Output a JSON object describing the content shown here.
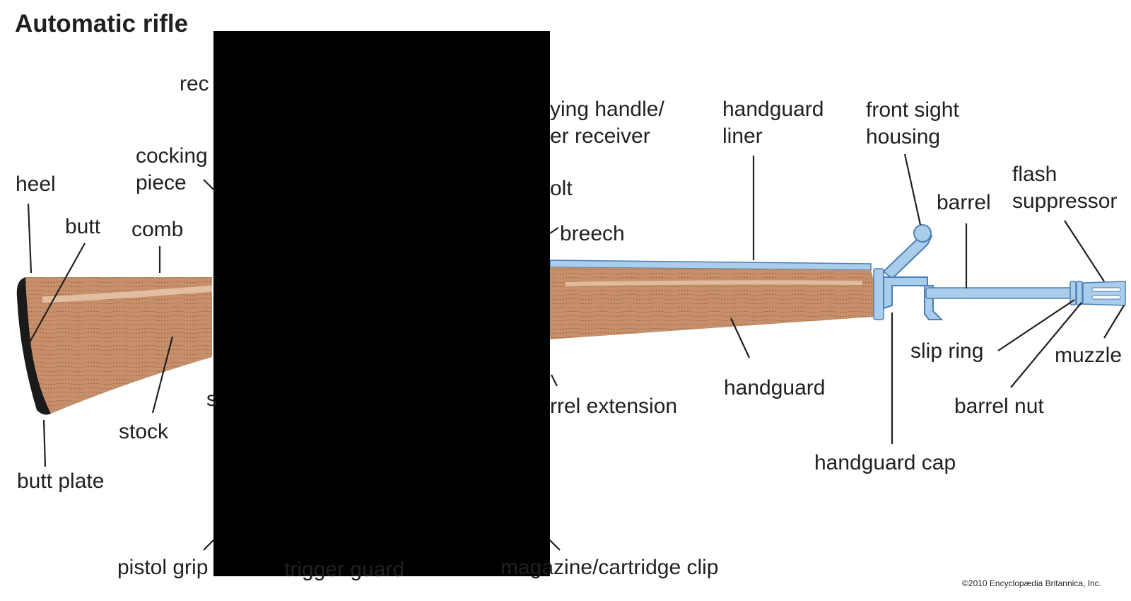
{
  "title": "Automatic rifle",
  "copyright": "©2010 Encyclopædia Britannica, Inc.",
  "colors": {
    "wood": "#c8906a",
    "wood_highlight": "#e9c7ab",
    "metal": "#a9cdea",
    "metal_outline": "#4d7fb5",
    "butt_plate": "#1a1a1a",
    "redaction": "#000000"
  },
  "labels": {
    "heel": "heel",
    "butt": "butt",
    "comb": "comb",
    "cocking": "cocking",
    "piece": "piece",
    "rec_fragment": "rec",
    "carrying_1": "ying handle/",
    "carrying_2": "er receiver",
    "handguard_liner_1": "handguard",
    "handguard_liner_2": "liner",
    "front_sight_1": "front sight",
    "front_sight_2": "housing",
    "flash_1": "flash",
    "flash_2": "suppressor",
    "barrel": "barrel",
    "bolt_fragment": "olt",
    "breech": "breech",
    "stock": "stock",
    "s_fragment": "s",
    "barrel_extension": "rrel extension",
    "handguard": "handguard",
    "slip_ring": "slip ring",
    "muzzle": "muzzle",
    "barrel_nut": "barrel nut",
    "handguard_cap": "handguard cap",
    "butt_plate": "butt plate",
    "pistol_grip": "pistol grip",
    "trigger_guard": "trigger guard",
    "magazine": "magazine/cartridge clip"
  }
}
